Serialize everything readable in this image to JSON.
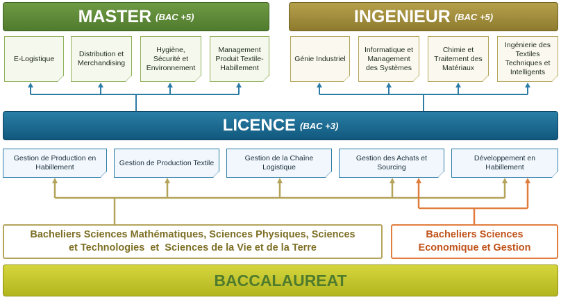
{
  "master": {
    "title": "MASTER",
    "sub": "(BAC +5)"
  },
  "ingenieur": {
    "title": "INGENIEUR",
    "sub": "(BAC +5)"
  },
  "master_items": [
    "E-Logistique",
    "Distribution et Merchandising",
    "Hygiène, Sécurité et Environnement",
    "Management Produit Textile-Habillement"
  ],
  "ingenieur_items": [
    "Génie Industriel",
    "Informatique et Management des Systèmes",
    "Chimie et Traitement des Matériaux",
    "Ingénierie des Textiles Techniques et Intelligents"
  ],
  "licence": {
    "title": "LICENCE",
    "sub": "(BAC +3)"
  },
  "licence_items": [
    "Gestion de Production en Habillement",
    "Gestion de Production Textile",
    "Gestion de la Chaîne Logistique",
    "Gestion des Achats et Sourcing",
    "Développement en Habillement"
  ],
  "bacheliers_main": {
    "line1": "Bacheliers Sciences Mathématiques, Sciences Physiques, Sciences",
    "line2": "et Technologies  et  Sciences de la Vie et de la Terre"
  },
  "bacheliers_eco": {
    "line1": "Bacheliers Sciences",
    "line2": "Economique et Gestion"
  },
  "baccalaureat": {
    "title": "BACCALAUREAT"
  },
  "colors": {
    "master": "#5a8636",
    "ingenieur": "#9c8936",
    "licence": "#1a6a93",
    "bac": "#c7c92c",
    "bach_main": "#b3a45a",
    "bach_eco": "#e07c3c"
  }
}
